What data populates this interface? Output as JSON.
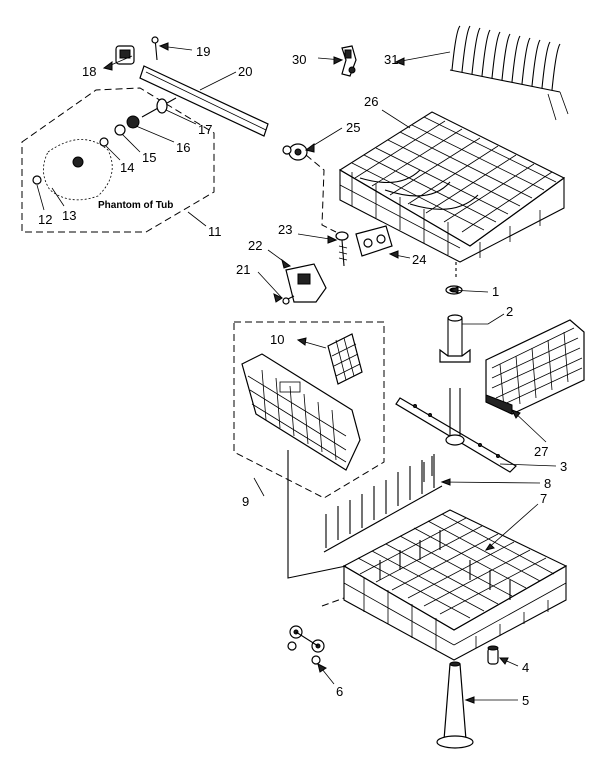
{
  "diagram": {
    "phantom_label": "Phantom of Tub",
    "callouts": [
      {
        "id": "c1",
        "text": "1"
      },
      {
        "id": "c2",
        "text": "2"
      },
      {
        "id": "c3",
        "text": "3"
      },
      {
        "id": "c4",
        "text": "4"
      },
      {
        "id": "c5",
        "text": "5"
      },
      {
        "id": "c6",
        "text": "6"
      },
      {
        "id": "c7",
        "text": "7"
      },
      {
        "id": "c8",
        "text": "8"
      },
      {
        "id": "c9",
        "text": "9"
      },
      {
        "id": "c10",
        "text": "10"
      },
      {
        "id": "c11",
        "text": "11"
      },
      {
        "id": "c12",
        "text": "12"
      },
      {
        "id": "c13",
        "text": "13"
      },
      {
        "id": "c14",
        "text": "14"
      },
      {
        "id": "c15",
        "text": "15"
      },
      {
        "id": "c16",
        "text": "16"
      },
      {
        "id": "c17",
        "text": "17"
      },
      {
        "id": "c18",
        "text": "18"
      },
      {
        "id": "c19",
        "text": "19"
      },
      {
        "id": "c20",
        "text": "20"
      },
      {
        "id": "c21",
        "text": "21"
      },
      {
        "id": "c22",
        "text": "22"
      },
      {
        "id": "c23",
        "text": "23"
      },
      {
        "id": "c24",
        "text": "24"
      },
      {
        "id": "c25",
        "text": "25"
      },
      {
        "id": "c26",
        "text": "26"
      },
      {
        "id": "c27",
        "text": "27"
      },
      {
        "id": "c30",
        "text": "30"
      },
      {
        "id": "c31",
        "text": "31"
      }
    ]
  }
}
